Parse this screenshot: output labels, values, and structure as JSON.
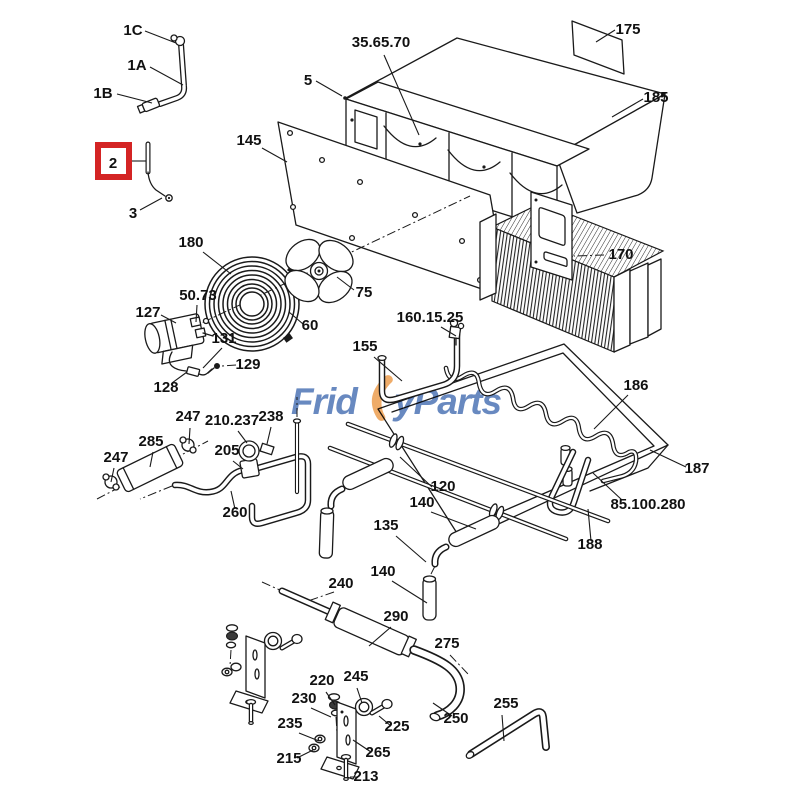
{
  "diagram": {
    "type": "exploded-parts-diagram",
    "background": "#ffffff",
    "line_color": "#1a1a1a",
    "highlight_color": "#d42424",
    "highlighted_part": "2",
    "watermark": {
      "full_text": "FridayParts",
      "text_left": "Frid",
      "text_right": "yParts",
      "blue": "#4d74b5",
      "orange": "#ec9d4e"
    },
    "labels": [
      {
        "text": "1C"
      },
      {
        "text": "1A"
      },
      {
        "text": "1B"
      },
      {
        "text": "2"
      },
      {
        "text": "3"
      },
      {
        "text": "35.65.70"
      },
      {
        "text": "5"
      },
      {
        "text": "175"
      },
      {
        "text": "185"
      },
      {
        "text": "145"
      },
      {
        "text": "170"
      },
      {
        "text": "180"
      },
      {
        "text": "50.73"
      },
      {
        "text": "127"
      },
      {
        "text": "131"
      },
      {
        "text": "129"
      },
      {
        "text": "128"
      },
      {
        "text": "75"
      },
      {
        "text": "60"
      },
      {
        "text": "160.15.25"
      },
      {
        "text": "155"
      },
      {
        "text": "186"
      },
      {
        "text": "187"
      },
      {
        "text": "85.100.280"
      },
      {
        "text": "188"
      },
      {
        "text": "247"
      },
      {
        "text": "285"
      },
      {
        "text": "247"
      },
      {
        "text": "210.237"
      },
      {
        "text": "238"
      },
      {
        "text": "205"
      },
      {
        "text": "260"
      },
      {
        "text": "120"
      },
      {
        "text": "140"
      },
      {
        "text": "135"
      },
      {
        "text": "140"
      },
      {
        "text": "240"
      },
      {
        "text": "290"
      },
      {
        "text": "275"
      },
      {
        "text": "250"
      },
      {
        "text": "255"
      },
      {
        "text": "220"
      },
      {
        "text": "245"
      },
      {
        "text": "230"
      },
      {
        "text": "235"
      },
      {
        "text": "215"
      },
      {
        "text": "225"
      },
      {
        "text": "265"
      },
      {
        "text": "213"
      }
    ]
  }
}
